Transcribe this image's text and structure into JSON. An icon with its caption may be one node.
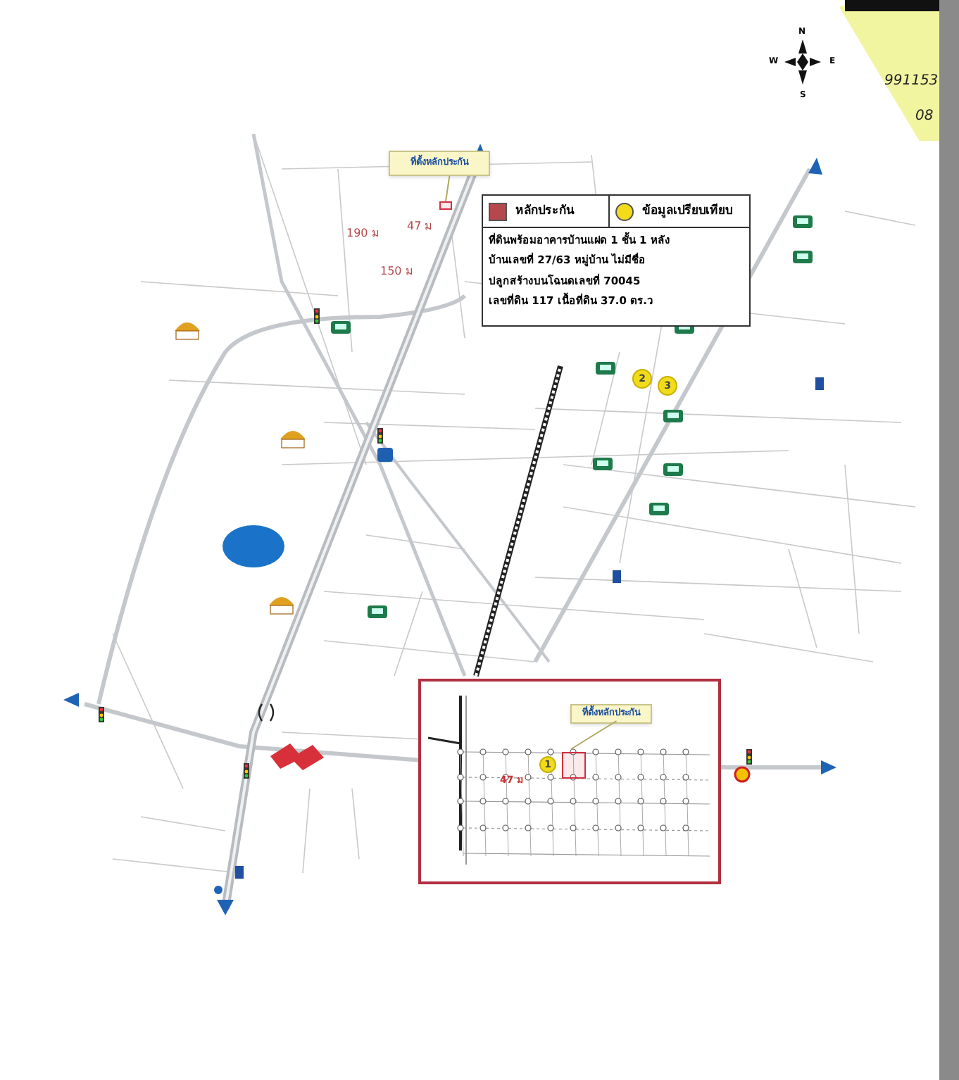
{
  "diagram": {
    "nodes": [
      {
        "text": [
          "ที่ตั้งหลักประกัน"
        ]
      },
      {
        "text": [],
        "shape": "box"
      },
      {
        "text": [
          "2"
        ]
      },
      {
        "text": [
          "3"
        ]
      },
      {
        "text": [],
        "shape": "box"
      },
      {
        "text": [
          "ที่ตั้งหลักประกัน"
        ],
        "in": 4
      },
      {
        "text": [],
        "shape": "box",
        "in": 4
      },
      {
        "text": [
          "1"
        ],
        "in": 4
      }
    ],
    "edges": [
      {
        "from": 0,
        "to": 1,
        "arrow": "none"
      },
      {
        "from": 5,
        "to": 6,
        "arrow": "none"
      }
    ],
    "labels": [
      "N",
      "W",
      "E",
      "S",
      "991153",
      "08",
      "47 ม",
      "190 ม",
      "150 ม",
      "ที่ดินพร้อมอาคารบ้านแฝด 1 ชั้น 1 หลัง",
      "บ้านเลขที่ 27/63 หมู่บ้าน ไม่มีชื่อ",
      "ปลูกสร้างบนโฉนดเลขที่ 70045",
      "เลขที่ดิน 117 เนื้อที่ดิน 37.0 ตร.ว",
      "47 ม"
    ],
    "legend": [
      {
        "text": "หลักประกัน",
        "color": "#b5484e"
      },
      {
        "text": "ข้อมูลเปรียบเทียบ",
        "color": "#f2dc1a"
      }
    ]
  }
}
